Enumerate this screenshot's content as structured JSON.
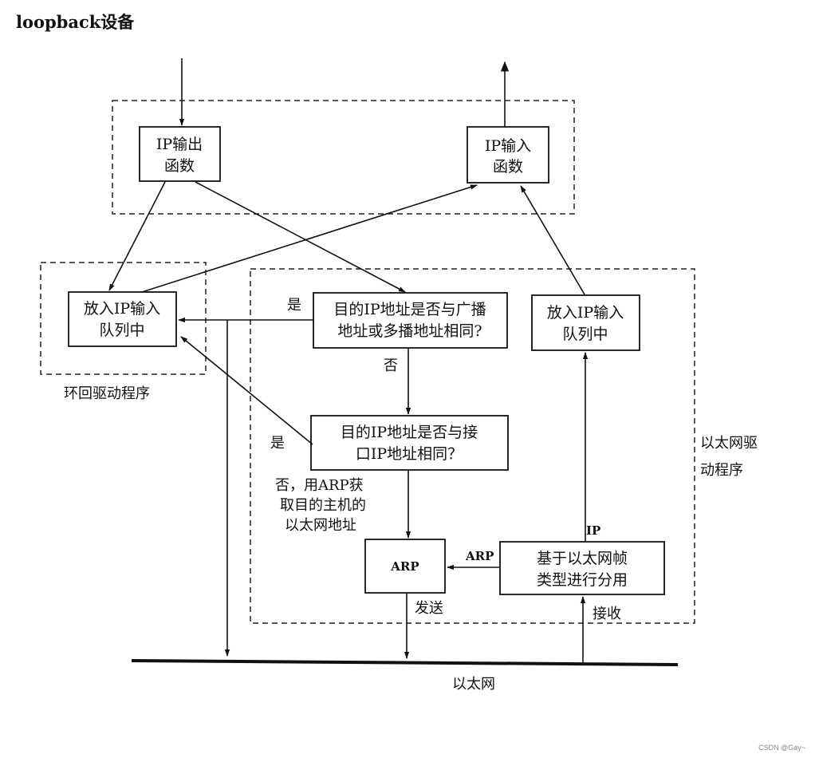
{
  "title": "loopback设备",
  "boxes": {
    "ip_output": [
      "IP输出",
      "函数"
    ],
    "ip_input": [
      "IP输入",
      "函数"
    ],
    "loop_queue": [
      "放入IP输入",
      "队列中"
    ],
    "broadcast_check": [
      "目的IP地址是否与广播",
      "地址或多播地址相同?"
    ],
    "eth_queue": [
      "放入IP输入",
      "队列中"
    ],
    "iface_check": [
      "目的IP地址是否与接",
      "口IP地址相同？"
    ],
    "arp": "ARP",
    "demux": [
      "基于以太网帧",
      "类型进行分用"
    ]
  },
  "labels": {
    "yes_broadcast": "是",
    "no_broadcast": "否",
    "yes_iface": "是",
    "no_arp": [
      "否，用ARP获",
      "取目的主机的",
      "以太网地址"
    ],
    "loopback_driver": "环回驱动程序",
    "ethernet_driver": [
      "以太网驱",
      "动程序"
    ],
    "ip_edge": "IP",
    "arp_edge": "ARP",
    "send": "发送",
    "receive": "接收",
    "ethernet": "以太网"
  },
  "watermark": "CSDN @Gay~"
}
